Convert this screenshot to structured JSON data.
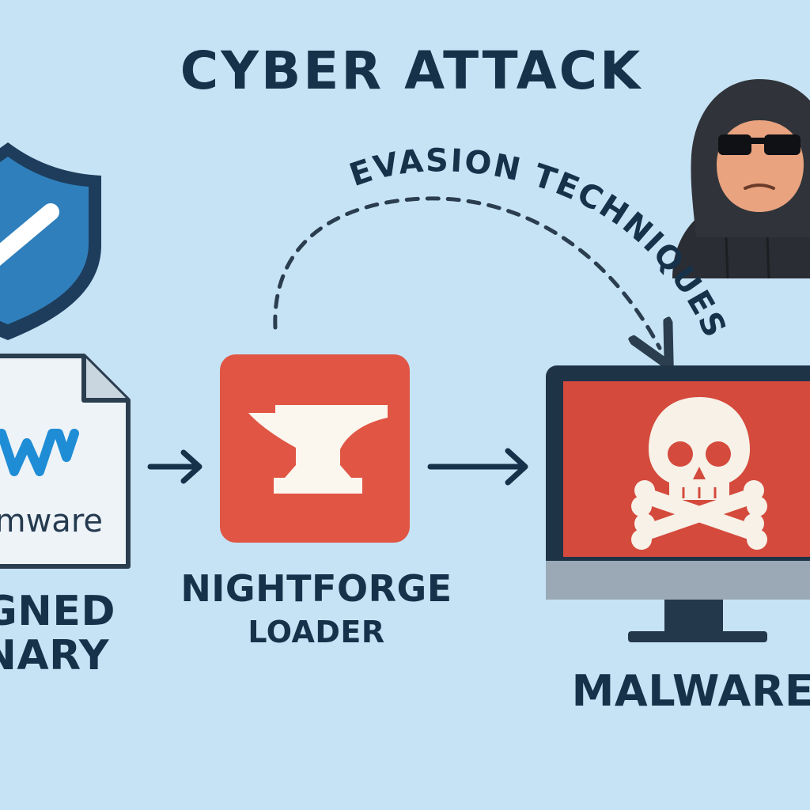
{
  "title": "CYBER ATTACK",
  "evasion_label": "EVASION TECHNIQUES",
  "signed_binary": {
    "logo_text": "vmware",
    "label_line1": "SIGNED",
    "label_line2": "BINARY"
  },
  "loader": {
    "label_line1": "NIGHTFORGE",
    "label_line2": "LOADER"
  },
  "malware": {
    "label": "MALWARE"
  },
  "colors": {
    "background": "#c6e3f5",
    "text": "#16324a",
    "shield": "#2f7fbc",
    "loader_red": "#e05543",
    "screen_red": "#d44a3c",
    "vmware_blue": "#1f8dd6"
  },
  "icons": {
    "shield": "shield-check-icon",
    "file": "document-icon",
    "anvil": "anvil-icon",
    "hacker": "hooded-hacker-icon",
    "monitor": "monitor-icon",
    "skull": "skull-crossbones-icon",
    "arrows": "right-arrow-icon"
  }
}
